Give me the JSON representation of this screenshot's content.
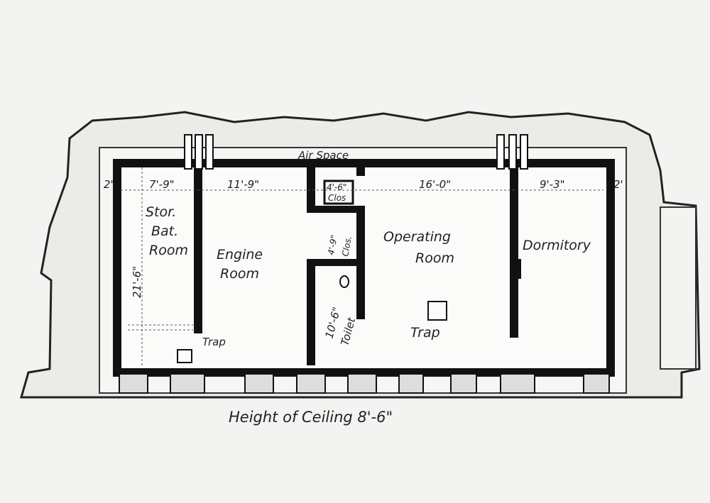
{
  "caption": "Height of Ceiling 8'-6\"",
  "labels": {
    "air_space": "Air Space",
    "clearance_left": "2'",
    "clearance_right": "2'",
    "depth": "21'-6\"",
    "rooms": {
      "storage_battery": [
        "Stor.",
        "Bat.",
        "Room"
      ],
      "engine": [
        "Engine",
        "Room"
      ],
      "closet_1": [
        "4'-6\"",
        "Clos"
      ],
      "closet_2": [
        "4'-9\"",
        "Clos."
      ],
      "toilet": [
        "10'-6\"",
        "Toilet"
      ],
      "operating": [
        "Operating",
        "Room"
      ],
      "dormitory": "Dormitory"
    },
    "widths": {
      "storage_battery": "7'-9\"",
      "engine": "11'-9\"",
      "operating": "16'-0\"",
      "dormitory": "9'-3\""
    },
    "trap_1": "Trap",
    "trap_2": "Trap"
  },
  "colors": {
    "ink": "#111111",
    "paper": "#f3f3f1",
    "earth": "#ebebe8"
  }
}
